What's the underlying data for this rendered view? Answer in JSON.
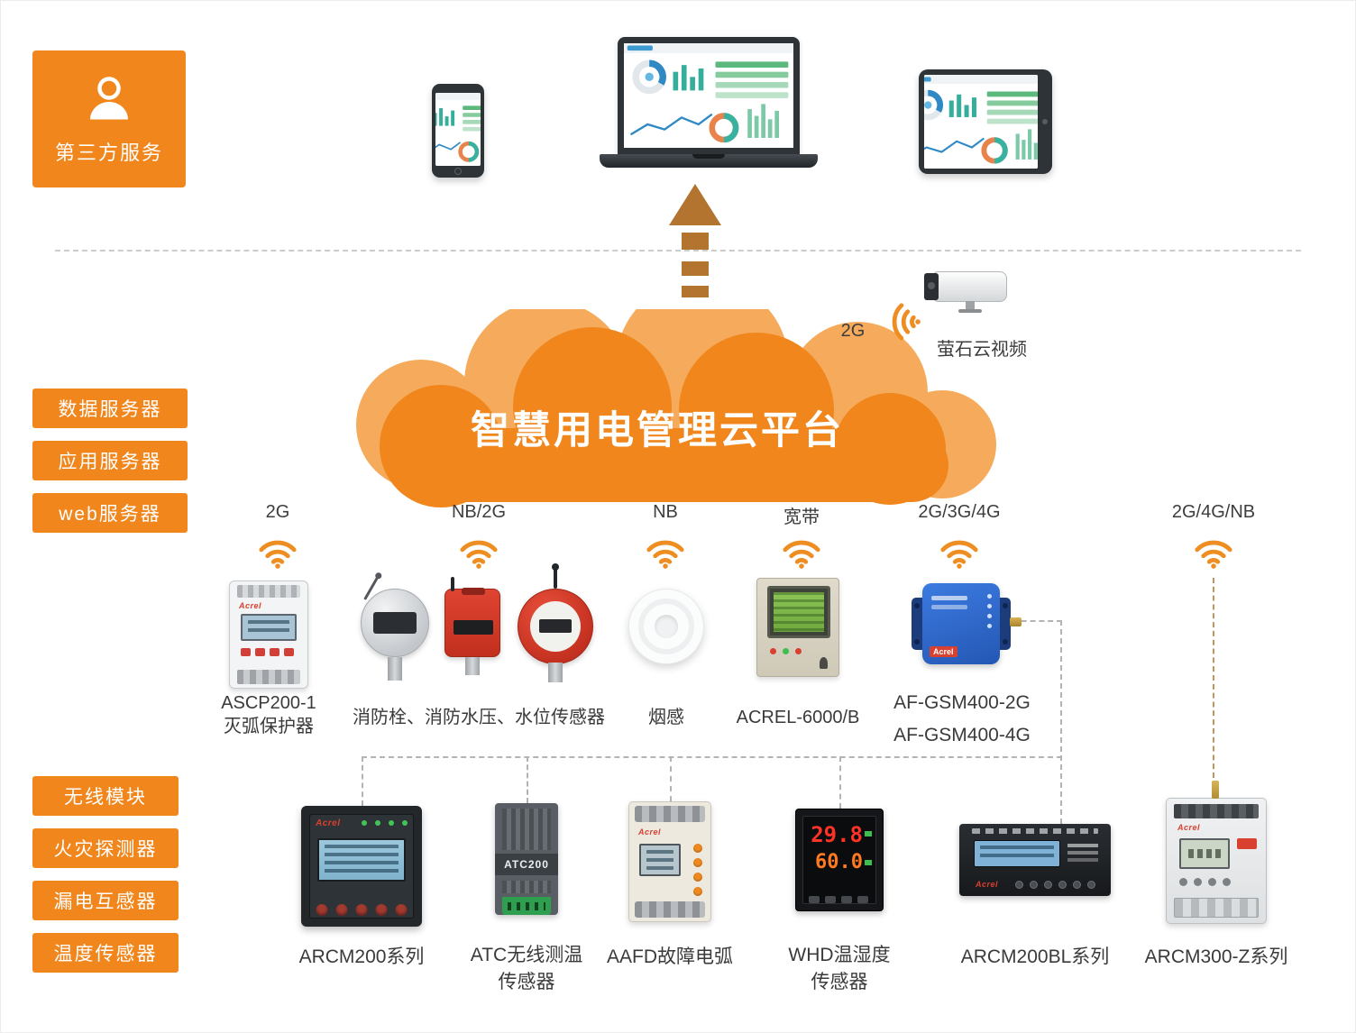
{
  "colors": {
    "accent": "#F0861C",
    "cloud_light": "#F6AB5C",
    "arrow": "#B2742E",
    "signal_wave": "#EE8E22",
    "dashed_line": "#B3B3B3",
    "antenna_line": "#C0965C"
  },
  "brand": "Acrel",
  "third_party": {
    "label": "第三方服务"
  },
  "cloud": {
    "title": "智慧用电管理云平台"
  },
  "camera": {
    "signal": "2G",
    "label": "萤石云视频"
  },
  "servers": {
    "items": [
      {
        "label": "数据服务器"
      },
      {
        "label": "应用服务器"
      },
      {
        "label": "web服务器"
      }
    ]
  },
  "modules": {
    "items": [
      {
        "label": "无线模块"
      },
      {
        "label": "火灾探测器"
      },
      {
        "label": "漏电互感器"
      },
      {
        "label": "温度传感器"
      }
    ]
  },
  "uplinks": [
    {
      "signal": "2G",
      "device_line1": "ASCP200-1",
      "device_line2": "灭弧保护器"
    },
    {
      "signal": "NB/2G",
      "device": "消防栓、消防水压、水位传感器"
    },
    {
      "signal": "NB",
      "device": "烟感"
    },
    {
      "signal": "宽带",
      "device": "ACREL-6000/B"
    },
    {
      "signal": "2G/3G/4G",
      "device_line1": "AF-GSM400-2G",
      "device_line2": "AF-GSM400-4G"
    },
    {
      "signal": "2G/4G/NB"
    }
  ],
  "field_devices": [
    {
      "label": "ARCM200系列"
    },
    {
      "label_line1": "ATC无线测温",
      "label_line2": "传感器"
    },
    {
      "label": "AAFD故障电弧"
    },
    {
      "label_line1": "WHD温湿度",
      "label_line2": "传感器"
    },
    {
      "label": "ARCM200BL系列"
    },
    {
      "label": "ARCM300-Z系列"
    }
  ],
  "device_screens": {
    "atc_model": "ATC200",
    "whd_temperature": "29.8",
    "whd_humidity": "60.0"
  },
  "icons": [
    "person-icon",
    "wifi-signal-icon",
    "cctv-camera-icon",
    "up-arrow-icon",
    "cloud-shape"
  ]
}
